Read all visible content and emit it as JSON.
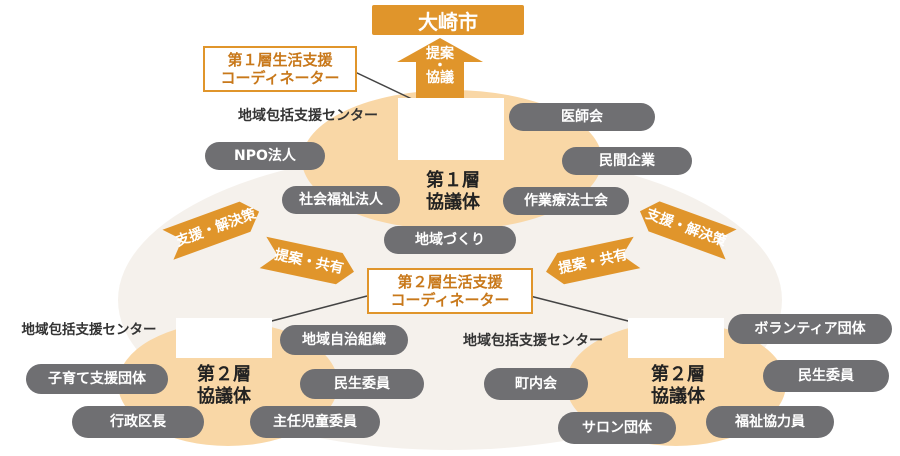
{
  "city": {
    "label": "大崎市"
  },
  "up_arrow": {
    "line1": "提案",
    "line2": "・",
    "line3": "協議"
  },
  "coordinator1": {
    "line1": "第１層生活支援",
    "line2": "コーディネーター"
  },
  "coordinator2": {
    "line1": "第２層生活支援",
    "line2": "コーディネーター"
  },
  "council1": {
    "line1": "第１層",
    "line2": "協議体"
  },
  "council2_left": {
    "line1": "第２層",
    "line2": "協議体"
  },
  "council2_right": {
    "line1": "第２層",
    "line2": "協議体"
  },
  "arrows": {
    "support_left": "支援・解決策",
    "propose_left": "提案・共有",
    "propose_right": "提案・共有",
    "support_right": "支援・解決策"
  },
  "layer1_members": [
    "地域包括支援センター",
    "医師会",
    "NPO法人",
    "民間企業",
    "社会福祉法人",
    "作業療法士会",
    "地域づくり"
  ],
  "layer2_left_members": [
    "地域包括支援センター",
    "地域自治組織",
    "子育て支援団体",
    "民生委員",
    "行政区長",
    "主任児童委員"
  ],
  "layer2_right_members": [
    "地域包括支援センター",
    "ボランティア団体",
    "町内会",
    "民生委員",
    "サロン団体",
    "福祉協力員"
  ],
  "colors": {
    "orange": "#e0952b",
    "light_orange": "#f9d7a6",
    "pill_gray": "#6f6f72",
    "ellipse_bg": "#f5f1ec"
  }
}
